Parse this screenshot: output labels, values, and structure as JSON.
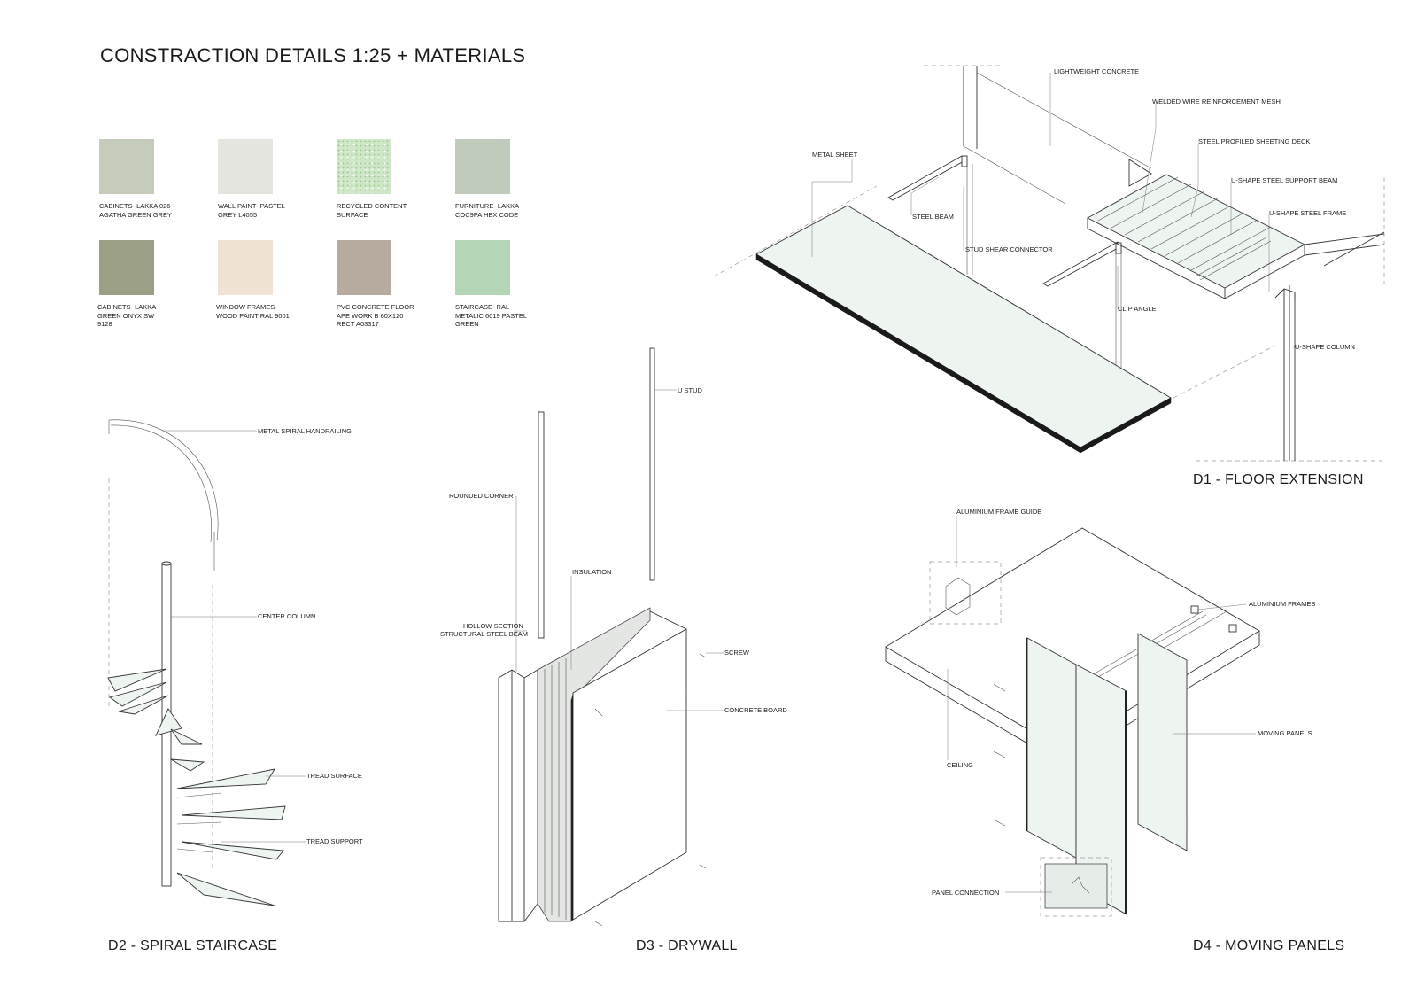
{
  "title": "CONSTRACTION DETAILS 1:25 + MATERIALS",
  "materials": [
    {
      "label": "CABINETS- LAKKA 026 AGATHA GREEN GREY",
      "color": "#c6ccbb"
    },
    {
      "label": "WALL PAINT- PASTEL GREY L4055",
      "color": "#e4e5df"
    },
    {
      "label": "RECYCLED CONTENT SURFACE",
      "color": "#cfe7c8"
    },
    {
      "label": "FURNITURE- LAKKA COC9PA HEX CODE",
      "color": "#c0cbbc"
    },
    {
      "label": "CABINETS- LAKKA GREEN ONYX SW 9128",
      "color": "#9a9f86"
    },
    {
      "label": "WINDOW FRAMES- WOOD PAINT RAL 9001",
      "color": "#f0e3d5"
    },
    {
      "label": "PVC CONCRETE FLOOR APE WORK B 60X120 RECT A03317",
      "color": "#b7aa9e"
    },
    {
      "label": "STAIRCASE- RAL METALIC 6019 PASTEL GREEN",
      "color": "#b5d6b6"
    }
  ],
  "details": {
    "d1": {
      "title": "D1 - FLOOR EXTENSION",
      "labels": [
        "LIGHTWEIGHT CONCRETE",
        "WELDED WIRE REINFORCEMENT MESH",
        "STEEL PROFILED SHEETING DECK",
        "U-SHAPE STEEL SUPPORT BEAM",
        "U-SHAPE STEEL FRAME",
        "METAL SHEET",
        "STEEL BEAM",
        "STUD SHEAR CONNECTOR",
        "CLIP ANGLE",
        "U-SHAPE COLUMN"
      ]
    },
    "d2": {
      "title": "D2 - SPIRAL STAIRCASE",
      "labels": [
        "METAL SPIRAL HANDRAILING",
        "CENTER COLUMN",
        "TREAD SURFACE",
        "TREAD SUPPORT"
      ]
    },
    "d3": {
      "title": "D3 - DRYWALL",
      "labels": [
        "U STUD",
        "ROUNDED CORNER",
        "INSULATION",
        "HOLLOW SECTION",
        "STRUCTURAL STEEL BEAM",
        "SCREW",
        "CONCRETE BOARD"
      ]
    },
    "d4": {
      "title": "D4 - MOVING PANELS",
      "labels": [
        "ALUMINIUM FRAME GUIDE",
        "ALUMINIUM FRAMES",
        "MOVING PANELS",
        "CEILING",
        "PANEL CONNECTION"
      ]
    }
  }
}
